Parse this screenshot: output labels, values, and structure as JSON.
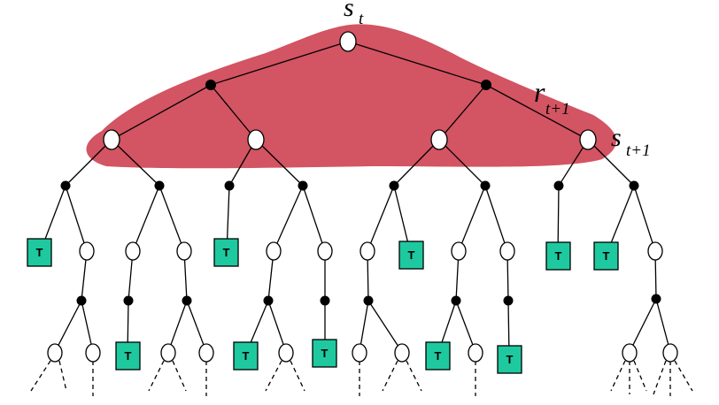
{
  "diagram": {
    "highlight_color": "#d35462",
    "terminal_color": "#1fc9a0",
    "terminal_label": "T",
    "labels": {
      "root_state": "s",
      "root_state_sub": "t",
      "reward": "r",
      "reward_sub": "t+1",
      "next_state": "s",
      "next_state_sub": "t+1"
    }
  }
}
